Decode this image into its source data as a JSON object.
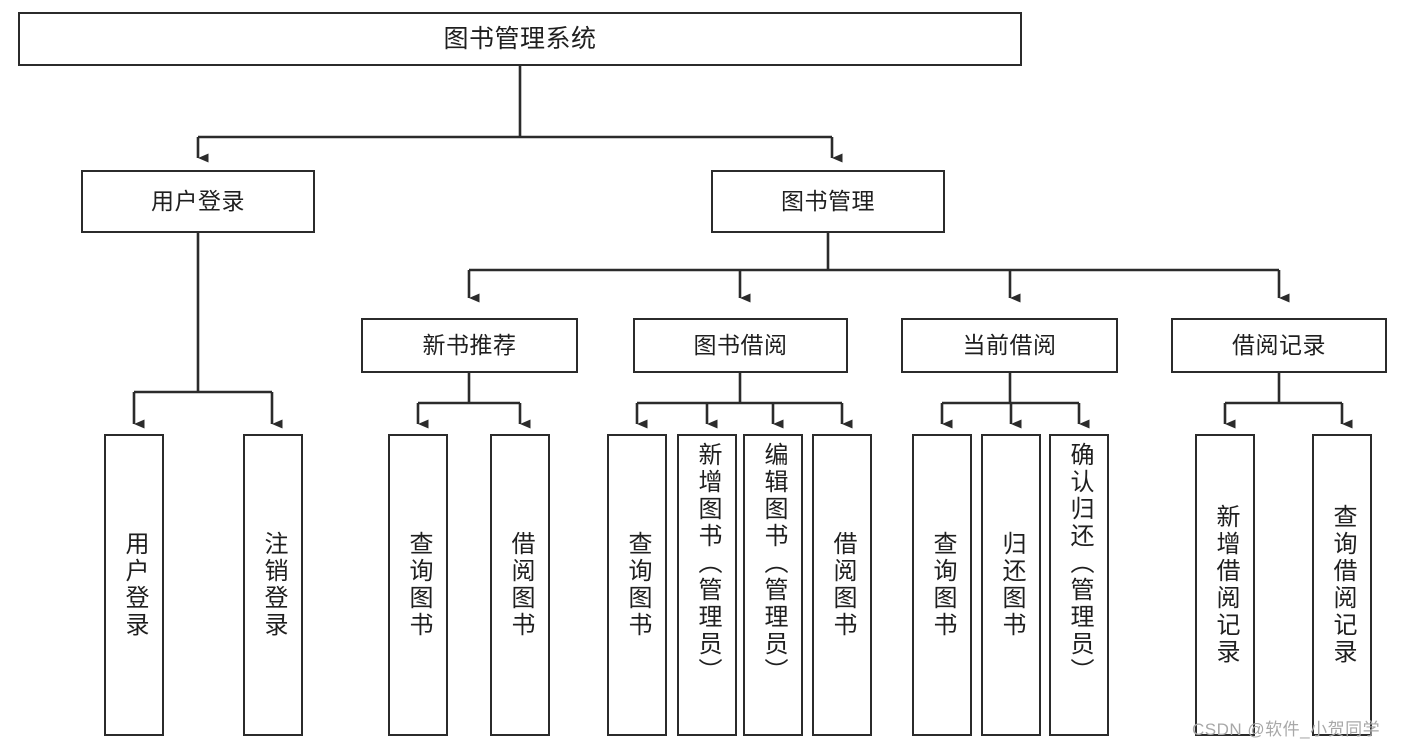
{
  "diagram": {
    "title": "图书管理系统",
    "type": "tree-hierarchy-chart",
    "watermark": "CSDN @软件_小贺同学",
    "colors": {
      "stroke": "#2b2b2b",
      "fill": "#ffffff",
      "text": "#1f1f1f",
      "watermark": "#a8a8a8"
    },
    "nodes": {
      "root": {
        "label": "图书管理系统"
      },
      "level2": [
        {
          "id": "user-login",
          "label": "用户登录"
        },
        {
          "id": "book-management",
          "label": "图书管理"
        }
      ],
      "level3": [
        {
          "id": "new-book-recommend",
          "label": "新书推荐"
        },
        {
          "id": "book-borrow",
          "label": "图书借阅"
        },
        {
          "id": "current-borrow",
          "label": "当前借阅"
        },
        {
          "id": "borrow-record",
          "label": "借阅记录"
        }
      ],
      "leaves": {
        "user_login": [
          {
            "id": "leaf-user-login",
            "label": "用户登录"
          },
          {
            "id": "leaf-logout",
            "label": "注销登录"
          }
        ],
        "new_book_recommend": [
          {
            "id": "leaf-query-book-1",
            "label": "查询图书"
          },
          {
            "id": "leaf-borrow-book-1",
            "label": "借阅图书"
          }
        ],
        "book_borrow": [
          {
            "id": "leaf-query-book-2",
            "label": "查询图书"
          },
          {
            "id": "leaf-add-book",
            "label": "新增图书（管理员）"
          },
          {
            "id": "leaf-edit-book",
            "label": "编辑图书（管理员）"
          },
          {
            "id": "leaf-borrow-book-2",
            "label": "借阅图书"
          }
        ],
        "current_borrow": [
          {
            "id": "leaf-query-book-3",
            "label": "查询图书"
          },
          {
            "id": "leaf-return-book",
            "label": "归还图书"
          },
          {
            "id": "leaf-confirm-return",
            "label": "确认归还（管理员）"
          }
        ],
        "borrow_record": [
          {
            "id": "leaf-add-record",
            "label": "新增借阅记录"
          },
          {
            "id": "leaf-query-record",
            "label": "查询借阅记录"
          }
        ]
      }
    }
  }
}
